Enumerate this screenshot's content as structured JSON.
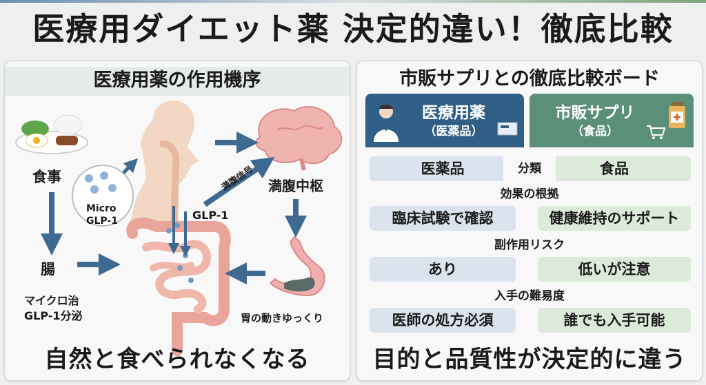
{
  "title": "医療用ダイエット薬 決定的違い！徹底比較",
  "left_panel": {
    "heading": "医療用薬の作用機序",
    "labels": {
      "meal": "食事",
      "intestine": "腸",
      "micro_glp1_line1": "Micro",
      "micro_glp1_line2": "GLP-1",
      "glp1": "GLP-1",
      "satiety_signal": "満腹信号",
      "satiety_center": "満腹中枢",
      "secretion_line1": "マイクロ治",
      "secretion_line2": "GLP-1分泌",
      "stomach_slow": "胃の動きゆっくり"
    },
    "footer": "自然と食べられなくなる"
  },
  "right_panel": {
    "heading": "市販サプリとの徹底比較ボード",
    "medical": {
      "title": "医療用薬",
      "subtitle": "（医薬品）"
    },
    "supplement": {
      "title": "市販サプリ",
      "subtitle": "（食品）"
    },
    "rows": [
      {
        "criterion": "分類",
        "medical": "医薬品",
        "supplement": "食品"
      },
      {
        "criterion": "効果の根拠",
        "medical": "臨床試験で確認",
        "supplement": "健康維持のサポート"
      },
      {
        "criterion": "副作用リスク",
        "medical": "あり",
        "supplement": "低いが注意"
      },
      {
        "criterion": "入手の難易度",
        "medical": "医師の処方必須",
        "supplement": "誰でも入手可能"
      }
    ],
    "footer": "目的と品質性が決定的に違う"
  },
  "colors": {
    "medical_header": "#2f5e86",
    "supplement_header": "#5b8f7a",
    "arrow": "#3e6a92",
    "medical_cell": "#dbe4ee",
    "supplement_cell": "#dcebd9"
  }
}
